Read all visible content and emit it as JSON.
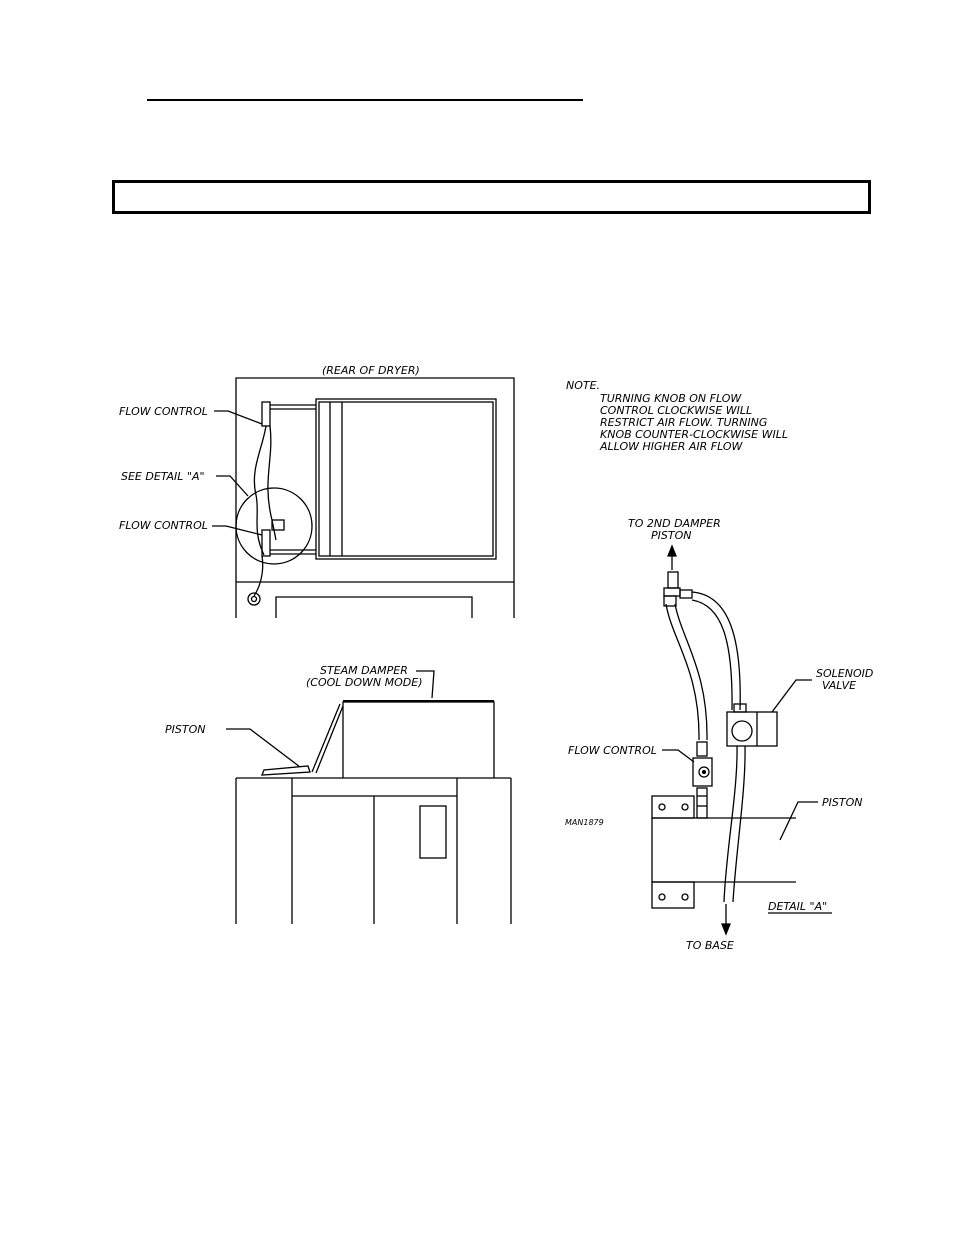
{
  "labels": {
    "rear_of_dryer": "(REAR OF DRYER)",
    "flow_control_top": "FLOW CONTROL",
    "see_detail_a": "SEE DETAIL \"A\"",
    "flow_control_mid": "FLOW CONTROL",
    "note_title": "NOTE.",
    "note_lines": [
      "TURNING KNOB ON FLOW",
      "CONTROL CLOCKWISE WILL",
      "RESTRICT AIR FLOW. TURNING",
      "KNOB COUNTER-CLOCKWISE WILL",
      "ALLOW HIGHER AIR FLOW"
    ],
    "to_2nd_damper_1": "TO 2ND DAMPER",
    "to_2nd_damper_2": "PISTON",
    "solenoid_1": "SOLENOID",
    "solenoid_2": "VALVE",
    "steam_damper_1": "STEAM DAMPER",
    "steam_damper_2": "(COOL DOWN MODE)",
    "piston_left": "PISTON",
    "flow_control_detail": "FLOW CONTROL",
    "piston_right": "PISTON",
    "man_number": "MAN1879",
    "detail_a": "DETAIL \"A\"",
    "to_base": "TO BASE"
  }
}
